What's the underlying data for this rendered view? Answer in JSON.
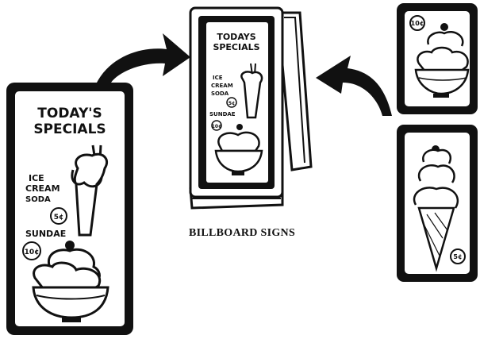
{
  "caption": "BILLBOARD SIGNS",
  "signs": {
    "large": {
      "title_line1": "TODAY'S",
      "title_line2": "SPECIALS",
      "item1_line1": "ICE",
      "item1_line2": "CREAM",
      "item1_line3": "SODA",
      "item1_price": "5¢",
      "item2_label": "SUNDAE",
      "item2_price": "10¢"
    },
    "easel": {
      "title_line1": "TODAYS",
      "title_line2": "SPECIALS",
      "item1_line1": "ICE",
      "item1_line2": "CREAM",
      "item1_line3": "SODA",
      "item1_price": "5¢",
      "item2_label": "SUNDAE",
      "item2_price": "10¢"
    },
    "card_sundae": {
      "price": "10¢"
    },
    "card_cone": {
      "price": "5¢"
    }
  }
}
